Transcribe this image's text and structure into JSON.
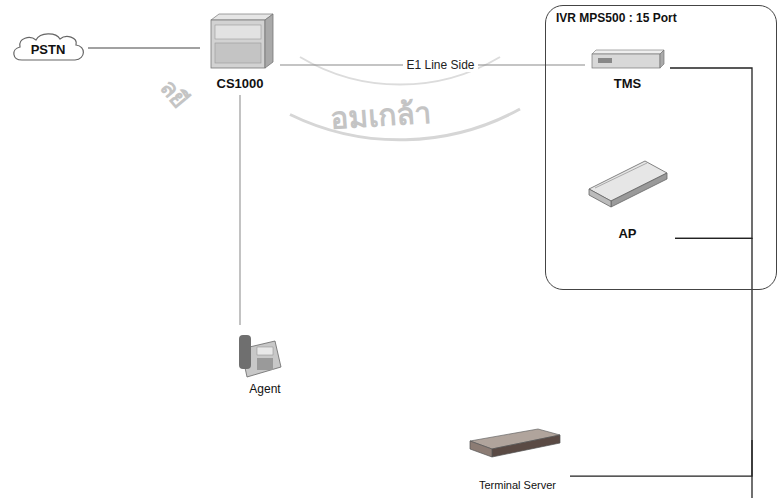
{
  "diagram": {
    "nodes": [
      {
        "text": [
          "PSTN"
        ]
      },
      {
        "text": [
          "CS1000"
        ]
      },
      {
        "text": [
          "IVR MPS500 : 15 Port"
        ]
      },
      {
        "text": [
          "TMS"
        ],
        "in": 2
      },
      {
        "text": [
          "AP"
        ],
        "in": 2
      },
      {
        "text": [
          "Agent"
        ]
      },
      {
        "text": [
          "Terminal Server"
        ]
      }
    ],
    "edges": [
      {
        "from": 0,
        "to": 1,
        "arrow": "none"
      },
      {
        "from": 1,
        "to": 3,
        "label": "E1 Line Side",
        "arrow": "none"
      },
      {
        "from": 1,
        "to": 5,
        "arrow": "none"
      },
      {
        "from": 3,
        "to": 4,
        "arrow": "none"
      },
      {
        "from": 4,
        "to": 6,
        "arrow": "none"
      }
    ],
    "labels": [
      "อมเกล้า",
      "ลยี"
    ]
  }
}
